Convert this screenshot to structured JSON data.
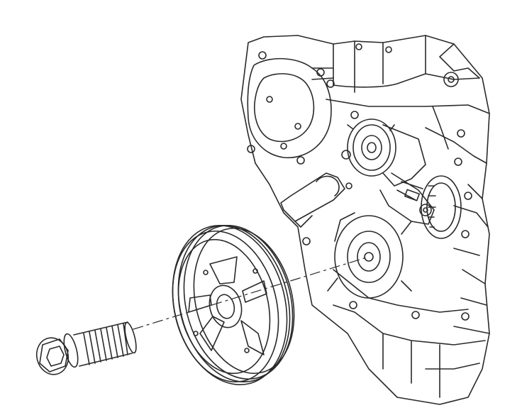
{
  "diagram": {
    "style": "technical line illustration",
    "ink_color": "#2a2a2a",
    "background_color": "#ffffff",
    "components": [
      {
        "name": "engine-front-cover"
      },
      {
        "name": "water-pump-pulley"
      },
      {
        "name": "belt-tensioner"
      },
      {
        "name": "idler-pulley"
      },
      {
        "name": "camshaft-sensor"
      },
      {
        "name": "crankshaft-balancer"
      },
      {
        "name": "crankshaft-balancer-bolt"
      },
      {
        "name": "alignment-centerline"
      }
    ]
  }
}
